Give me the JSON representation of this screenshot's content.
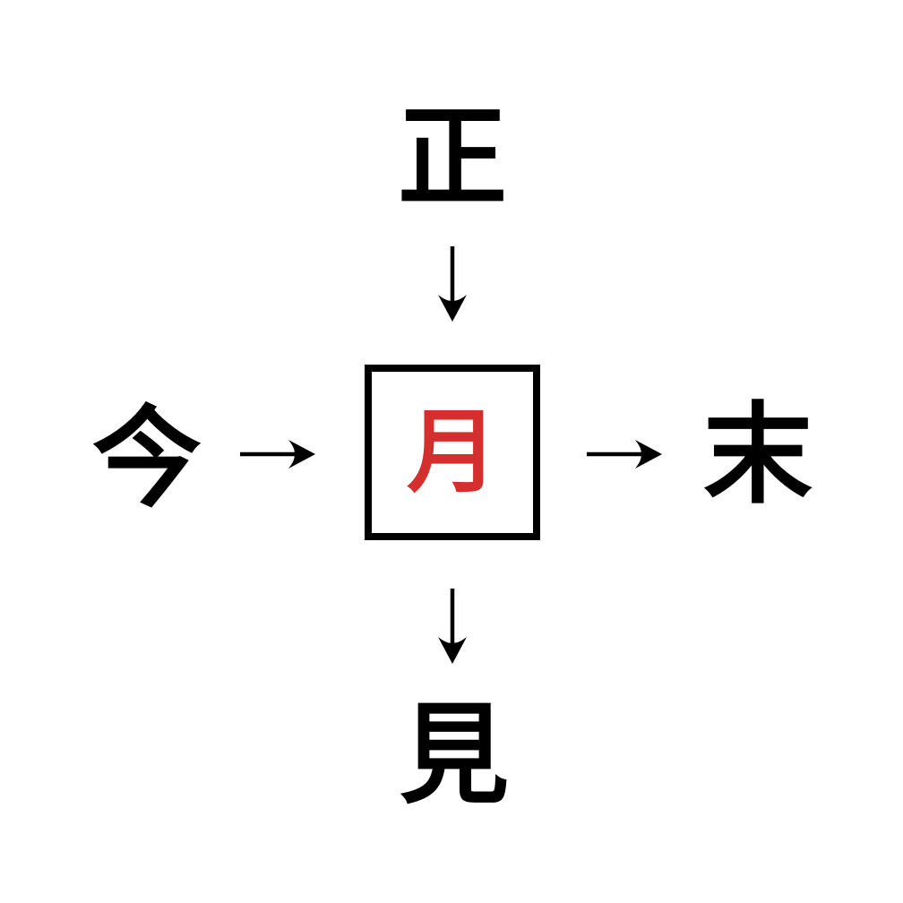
{
  "puzzle": {
    "top_char": "正",
    "left_char": "今",
    "right_char": "末",
    "bottom_char": "見",
    "center_char": "月",
    "colors": {
      "text": "#000000",
      "center_char": "#d32f2f",
      "box_border": "#000000",
      "background": "#ffffff"
    },
    "icons": {
      "arrow_right": "→",
      "arrow_down": "↓"
    }
  }
}
